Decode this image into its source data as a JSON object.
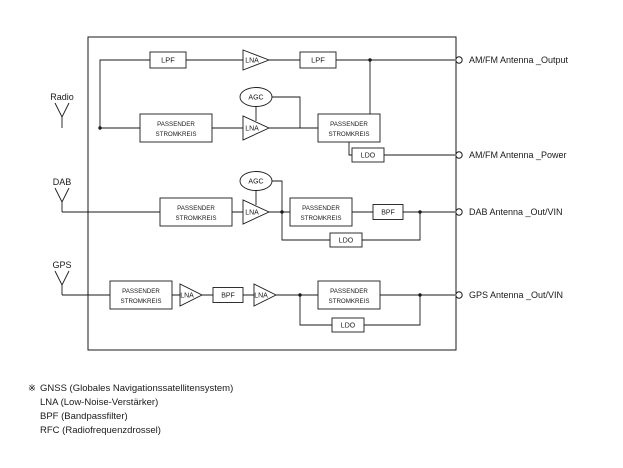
{
  "diagram": {
    "antennas": [
      {
        "label": "Radio"
      },
      {
        "label": "DAB"
      },
      {
        "label": "GPS"
      }
    ],
    "outputs": [
      {
        "label": "AM/FM Antenna _Output"
      },
      {
        "label": "AM/FM Antenna _Power"
      },
      {
        "label": "DAB Antenna _Out/VIN"
      },
      {
        "label": "GPS Antenna _Out/VIN"
      }
    ],
    "blocks": {
      "lpf": "LPF",
      "lna": "LNA",
      "agc": "AGC",
      "ldo": "LDO",
      "bpf": "BPF",
      "matching_line1": "PASSENDER",
      "matching_line2": "STROMKREIS"
    },
    "legend": {
      "marker": "※",
      "lines": [
        "GNSS (Globales Navigationssatellitensystem)",
        "LNA (Low-Noise-Verstärker)",
        "BPF (Bandpassfilter)",
        "RFC (Radiofrequenzdrossel)"
      ]
    },
    "colors": {
      "stroke": "#1a1a1a",
      "background": "#ffffff"
    }
  }
}
